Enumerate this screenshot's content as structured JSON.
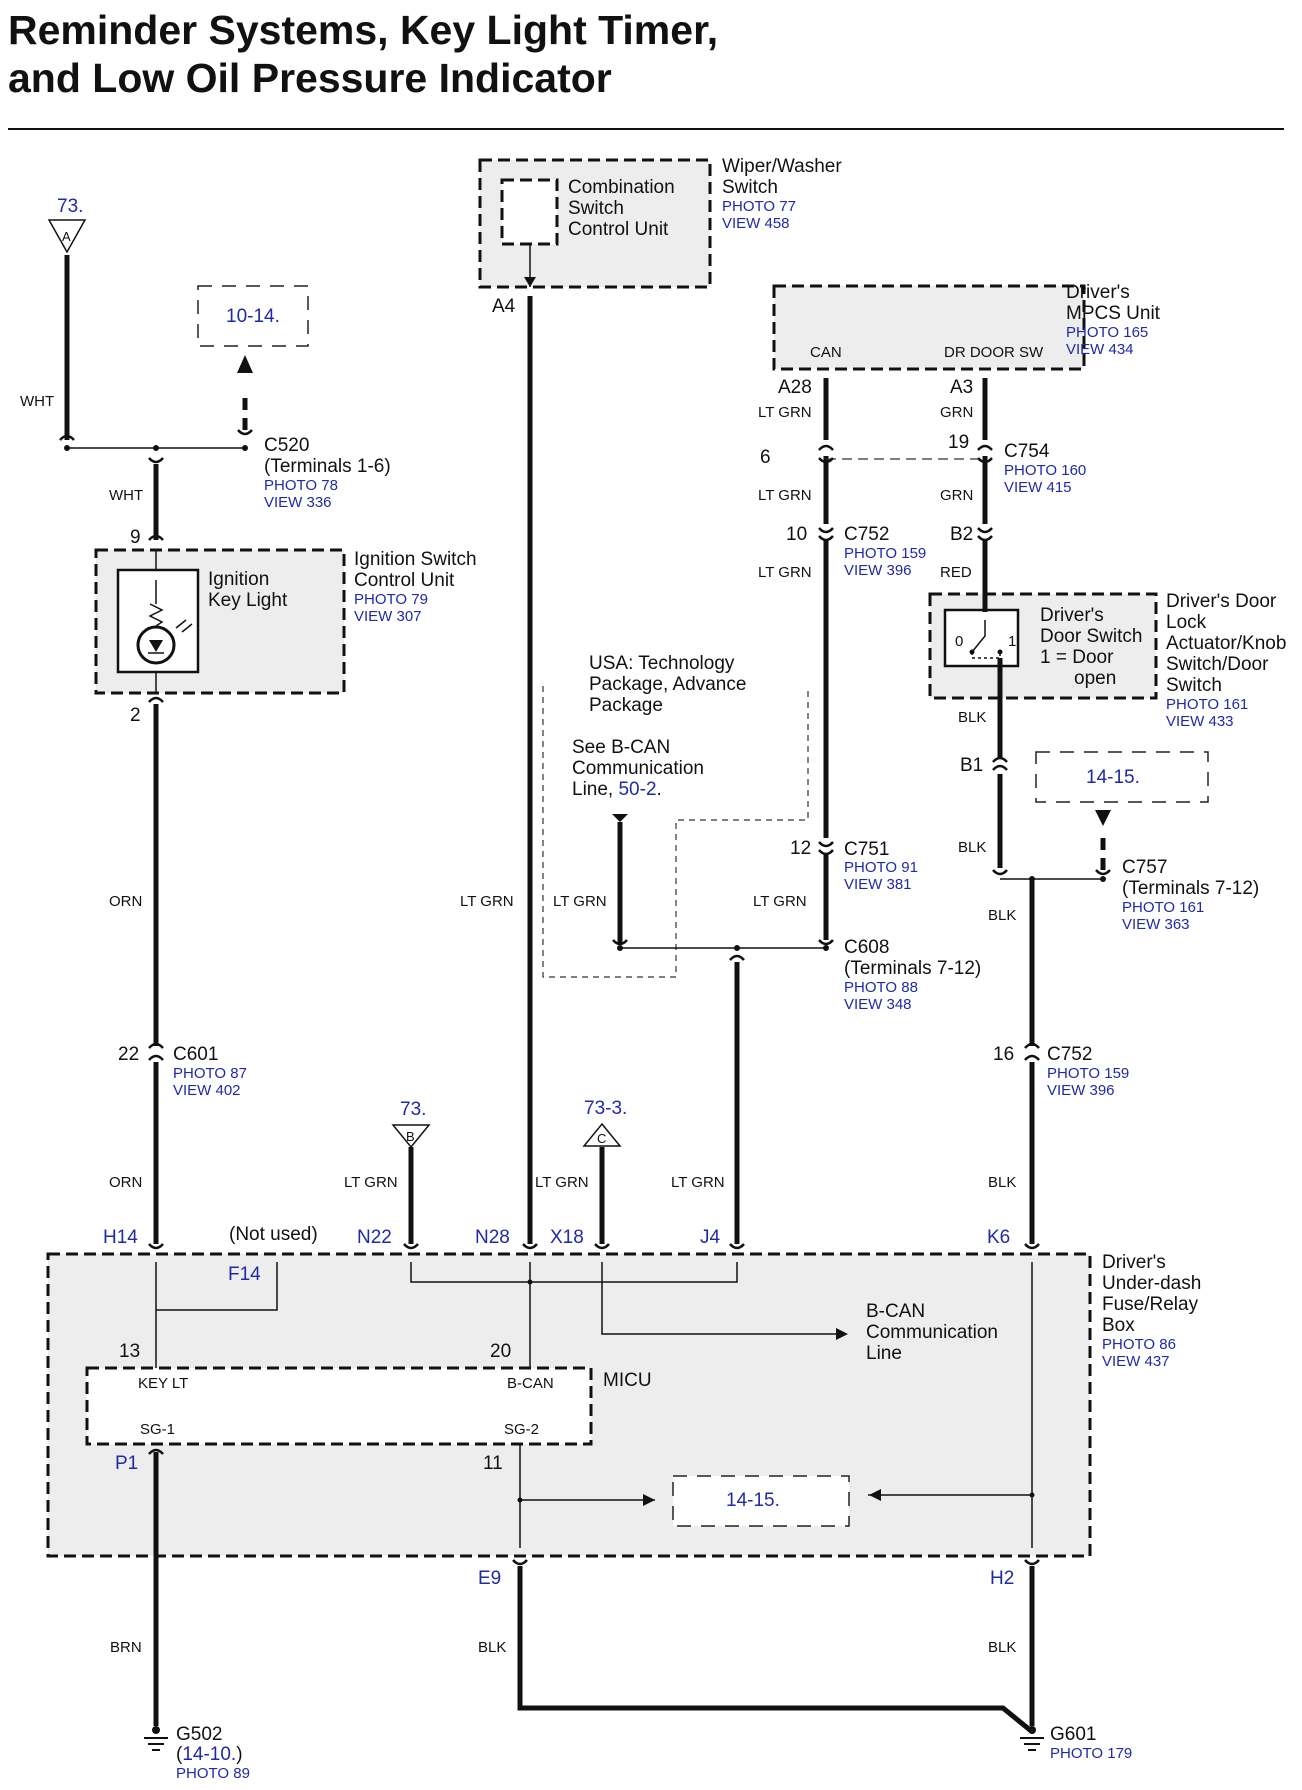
{
  "title": {
    "line1": "Reminder Systems, Key Light Timer,",
    "line2": "and Low Oil Pressure Indicator"
  },
  "components": {
    "wiper_switch": {
      "name1": "Wiper/Washer",
      "name2": "Switch",
      "photo": "PHOTO 77",
      "view": "VIEW 458"
    },
    "comb_unit": {
      "line1": "Combination",
      "line2": "Switch",
      "line3": "Control Unit"
    },
    "mpcs": {
      "name1": "Driver's",
      "name2": "MPCS Unit",
      "photo": "PHOTO 165",
      "view": "VIEW 434",
      "pin_can": "CAN",
      "pin_dr": "DR DOOR SW"
    },
    "ign": {
      "name1": "Ignition Switch",
      "name2": "Control Unit",
      "photo": "PHOTO 79",
      "view": "VIEW 307",
      "inner1": "Ignition",
      "inner2": "Key Light"
    },
    "door_sw": {
      "inner1": "Driver's",
      "inner2": "Door Switch",
      "inner3": "1 = Door",
      "inner4": "open",
      "pos0": "0",
      "pos1": "1"
    },
    "door_lock": {
      "name1": "Driver's Door",
      "name2": "Lock",
      "name3": "Actuator/Knob",
      "name4": "Switch/Door",
      "name5": "Switch",
      "photo": "PHOTO 161",
      "view": "VIEW 433"
    },
    "fuse_box": {
      "name1": "Driver's",
      "name2": "Under-dash",
      "name3": "Fuse/Relay",
      "name4": "Box",
      "photo": "PHOTO 86",
      "view": "VIEW 437"
    },
    "micu": {
      "name": "MICU",
      "key_lt": "KEY LT",
      "bcan": "B-CAN",
      "sg1": "SG-1",
      "sg2": "SG-2",
      "pin13": "13",
      "pin20": "20",
      "pin11": "11"
    },
    "bcan_line": {
      "line1": "B-CAN",
      "line2": "Communication",
      "line3": "Line"
    }
  },
  "usa_note": {
    "line1": "USA: Technology",
    "line2": "Package, Advance",
    "line3": "Package",
    "line4": "See B-CAN",
    "line5": "Communication",
    "line6_prefix": "Line, ",
    "line6_link": "50-2",
    "line6_suffix": "."
  },
  "refs": {
    "ref_73_a": "73.",
    "letter_a": "A",
    "ref_10_14": "10-14.",
    "ref_14_15_a": "14-15.",
    "ref_14_15_b": "14-15.",
    "ref_73_b": "73.",
    "letter_b": "B",
    "ref_73_3": "73-3.",
    "letter_c": "C"
  },
  "connectors": {
    "c520": {
      "name": "C520",
      "sub": "(Terminals 1-6)",
      "photo": "PHOTO 78",
      "view": "VIEW 336"
    },
    "c754": {
      "name": "C754",
      "photo": "PHOTO 160",
      "view": "VIEW 415",
      "pin_left": "6",
      "pin_right": "19"
    },
    "c752_top": {
      "name": "C752",
      "photo": "PHOTO 159",
      "view": "VIEW 396",
      "pin_left": "10",
      "pin_right": "B2"
    },
    "c751": {
      "name": "C751",
      "photo": "PHOTO 91",
      "view": "VIEW 381",
      "pin": "12"
    },
    "c757": {
      "name": "C757",
      "sub": "(Terminals 7-12)",
      "photo": "PHOTO 161",
      "view": "VIEW 363"
    },
    "c608": {
      "name": "C608",
      "sub": "(Terminals 7-12)",
      "photo": "PHOTO 88",
      "view": "VIEW 348"
    },
    "c601": {
      "name": "C601",
      "photo": "PHOTO 87",
      "view": "VIEW 402",
      "pin": "22"
    },
    "c752_bot": {
      "name": "C752",
      "photo": "PHOTO 159",
      "view": "VIEW 396",
      "pin": "16"
    },
    "pins": {
      "a4": "A4",
      "a28": "A28",
      "a3": "A3",
      "b1": "B1",
      "ign9": "9",
      "ign2": "2"
    }
  },
  "fuse_pins": {
    "h14": "H14",
    "not_used": "(Not used)",
    "f14": "F14",
    "n22": "N22",
    "n28": "N28",
    "x18": "X18",
    "j4": "J4",
    "k6": "K6",
    "p1": "P1",
    "e9": "E9",
    "h2": "H2"
  },
  "wire_colors": {
    "wht1": "WHT",
    "wht2": "WHT",
    "orn1": "ORN",
    "orn2": "ORN",
    "ltgrn_a4": "LT GRN",
    "ltgrn_n22": "LT GRN",
    "ltgrn_n28": "LT GRN",
    "ltgrn_j4": "LT GRN",
    "ltgrn_usa": "LT GRN",
    "ltgrn_c608": "LT GRN",
    "ltgrn_a28": "LT GRN",
    "ltgrn_c754": "LT GRN",
    "ltgrn_c752": "LT GRN",
    "grn1": "GRN",
    "grn2": "GRN",
    "red": "RED",
    "blk1": "BLK",
    "blk2": "BLK",
    "blk3": "BLK",
    "blk4": "BLK",
    "brn": "BRN",
    "blk_e9": "BLK",
    "blk_h2": "BLK"
  },
  "grounds": {
    "g502": {
      "name": "G502",
      "ref_open": "(",
      "ref_link": "14-10.",
      "ref_close": ")",
      "photo": "PHOTO 89"
    },
    "g601": {
      "name": "G601",
      "photo": "PHOTO 179"
    }
  }
}
